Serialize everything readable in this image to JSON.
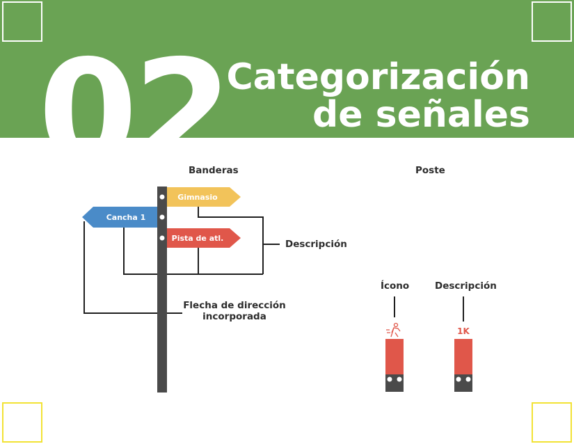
{
  "header": {
    "number": "02",
    "title_line1": "Categorización",
    "title_line2": "de señales",
    "bg_color": "#6aa354"
  },
  "sign_post": {
    "section_label": "Banderas",
    "flags": [
      {
        "label": "Gimnasio",
        "color": "#f2c35a",
        "direction": "right"
      },
      {
        "label": "Cancha 1",
        "color": "#4a8bc8",
        "direction": "left"
      },
      {
        "label": "Pista de atl.",
        "color": "#e0574a",
        "direction": "right"
      }
    ],
    "callout_description": "Descripción",
    "callout_arrow_line1": "Flecha de dirección",
    "callout_arrow_line2": "incorporada",
    "pole_color": "#4a4a4a"
  },
  "post": {
    "section_label": "Poste",
    "icon_label": "Ícono",
    "description_label": "Descripción",
    "description_value": "1K",
    "body_color": "#e0574a",
    "icon_name": "runner-icon"
  }
}
